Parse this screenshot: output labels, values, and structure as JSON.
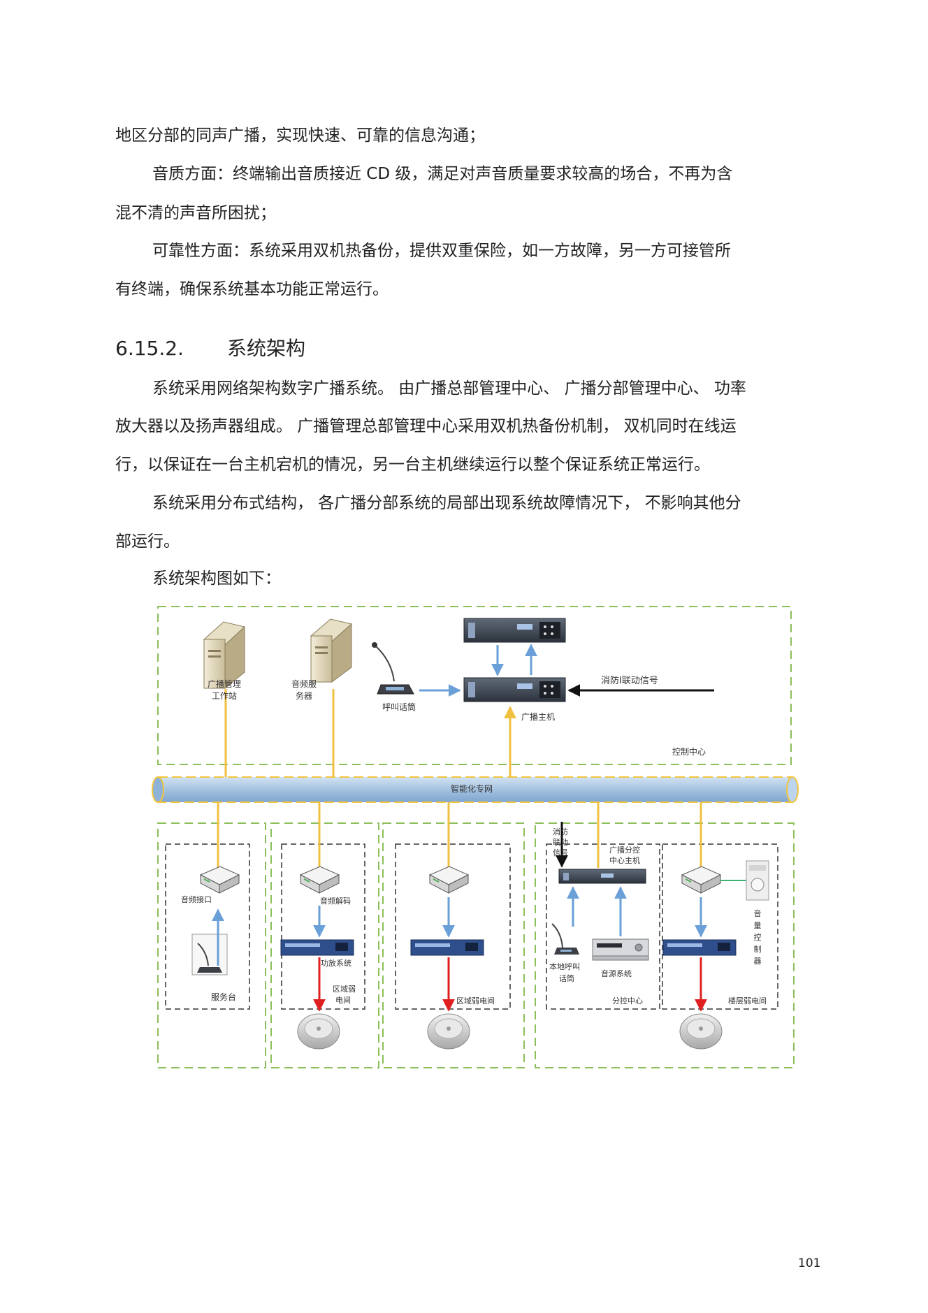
{
  "paragraphs": {
    "p1": "地区分部的同声广播，实现快速、可靠的信息沟通；",
    "p2": "音质方面：终端输出音质接近   CD 级，满足对声音质量要求较高的场合，不再为含",
    "p3": "混不清的声音所困扰；",
    "p4": "可靠性方面：系统采用双机热备份，提供双重保险，如一方故障，另一方可接管所",
    "p5": "有终端，确保系统基本功能正常运行。",
    "p6": "系统采用网络架构数字广播系统。  由广播总部管理中心、 广播分部管理中心、 功率",
    "p7": "放大器以及扬声器组成。 广播管理总部管理中心采用双机热备份机制，   双机同时在线运",
    "p8": "行，以保证在一台主机宕机的情况，另一台主机继续运行以整个保证系统正常运行。",
    "p9": "系统采用分布式结构，  各广播分部系统的局部出现系统故障情况下，   不影响其他分",
    "p10": "部运行。",
    "p11": "系统架构图如下："
  },
  "heading": {
    "number": "6.15.2.",
    "title": "系统架构"
  },
  "diagram": {
    "workstation_label_1": "广播管理",
    "workstation_label_2": "工作站",
    "audio_server_label_1": "音频服",
    "audio_server_label_2": "务器",
    "paging_mic_label": "呼叫话筒",
    "fire_signal_label": "消防I联动信号",
    "host_label": "广播主机",
    "control_center_label": "控制中心",
    "network_label": "智能化专网",
    "audio_interface_label": "音频接口",
    "service_desk_label": "服务台",
    "audio_decode_label": "音频解码",
    "amp_label": "功放系统",
    "zone_room_label_1": "区域弱",
    "zone_room_label_2": "电间",
    "zone_room_label_full": "区域弱电间",
    "fire_link_1": "消防",
    "fire_link_2": "联动",
    "fire_link_3": "信号",
    "sub_host_label_1": "广播分控",
    "sub_host_label_2": "中心主机",
    "local_mic_label_1": "本地呼叫",
    "local_mic_label_2": "话筒",
    "source_label": "音源系统",
    "sub_center_label": "分控中心",
    "volume_label_1": "音",
    "volume_label_2": "量",
    "volume_label_3": "控",
    "volume_label_4": "制",
    "volume_label_5": "器",
    "floor_room_label": "楼层弱电间"
  },
  "page_number": "101",
  "colors": {
    "network_tube": "#a9c6e3",
    "network_edge": "#f2c53d",
    "dash_frame": "#8cbf5a",
    "link_yellow": "#f0c040",
    "link_blue": "#6a9fd8",
    "link_red": "#e02020"
  }
}
